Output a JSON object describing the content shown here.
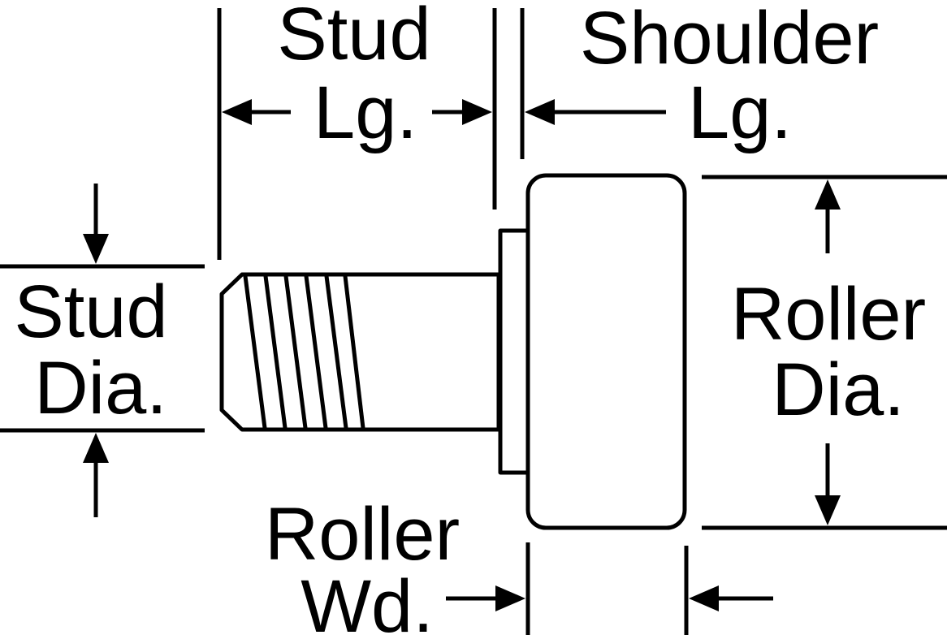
{
  "labels": {
    "stud_lg": [
      "Stud",
      "Lg."
    ],
    "shoulder_lg": [
      "Shoulder",
      "Lg."
    ],
    "stud_dia": [
      "Stud",
      "Dia."
    ],
    "roller_dia": [
      "Roller",
      "Dia."
    ],
    "roller_wd": [
      "Roller",
      "Wd."
    ]
  },
  "colors": {
    "ink": "#000000",
    "paper": "#ffffff"
  }
}
